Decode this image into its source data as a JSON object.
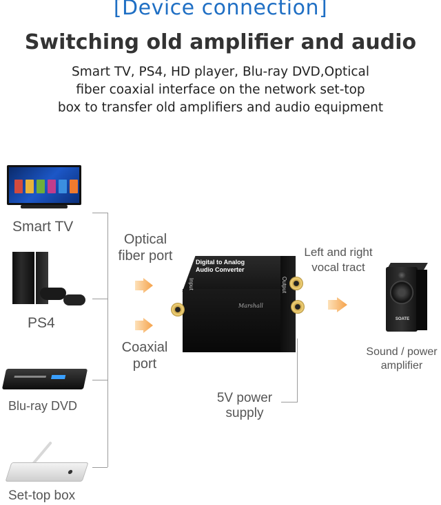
{
  "header": {
    "title": "[Device connection]",
    "subtitle": "Switching old amplifier and audio",
    "description_lines": [
      "Smart TV, PS4, HD player, Blu-ray DVD,Optical",
      "fiber coaxial interface on the network set-top",
      "box to transfer old amplifiers and audio equipment"
    ]
  },
  "sources": [
    {
      "label": "Smart TV"
    },
    {
      "label": "PS4"
    },
    {
      "label": "Blu-ray DVD"
    },
    {
      "label": "Set-top box"
    }
  ],
  "ports": {
    "optical_lines": [
      "Optical",
      "fiber port"
    ],
    "coaxial_lines": [
      "Coaxial",
      "port"
    ]
  },
  "converter": {
    "line1": "Digital to Analog",
    "line2": "Audio Converter",
    "input_label": "Input",
    "output_label": "Output",
    "brand": "Marshall"
  },
  "output": {
    "channel_lines": [
      "Left and right",
      "vocal tract"
    ],
    "amp_lines": [
      "Sound / power",
      "amplifier"
    ],
    "speaker_badge": "SOATE"
  },
  "power": {
    "lines": [
      "5V power",
      "supply"
    ]
  },
  "colors": {
    "heading": "#1f6fc4",
    "arrow": "#f5a24a",
    "bracket": "#9a9a9a"
  }
}
